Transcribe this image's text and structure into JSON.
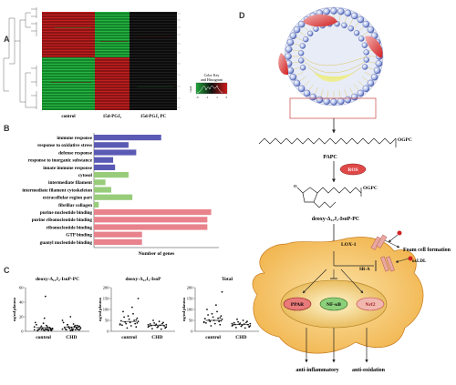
{
  "panels": {
    "a": "A",
    "b": "B",
    "c": "C",
    "d": "D"
  },
  "heatmap": {
    "groups": [
      "control",
      "15d-PGJ₂",
      "15d-PGJ₂ PC"
    ],
    "color_key": {
      "title_line1": "Color Key",
      "title_line2": "and Histogram",
      "ylabel": "count",
      "ticks": [
        "-3",
        "-1",
        "1",
        "3"
      ],
      "low_color": "#1fa83a",
      "mid_color": "#111111",
      "high_color": "#d01a1a"
    }
  },
  "chart_data": [
    {
      "type": "bar",
      "orientation": "horizontal",
      "xlabel": "Number of genes",
      "categories": [
        "immune response",
        "response to oxidative stress",
        "defense response",
        "response to inorganic substance",
        "innate immune response",
        "cytosol",
        "intermediate filament",
        "intermediate filament cytoskeleton",
        "extracellular region part",
        "fibrillar collagen",
        "purine nucleotide binding",
        "purine ribonucleotide binding",
        "ribonucleotide binding",
        "GTP binding",
        "guanyl nucleotide binding"
      ],
      "values": [
        70,
        36,
        44,
        20,
        22,
        36,
        12,
        18,
        40,
        5,
        122,
        118,
        118,
        50,
        50
      ],
      "colors": [
        "#5a5ab4",
        "#5a5ab4",
        "#5a5ab4",
        "#5a5ab4",
        "#5a5ab4",
        "#98cc7a",
        "#98cc7a",
        "#98cc7a",
        "#98cc7a",
        "#98cc7a",
        "#e8828c",
        "#e8828c",
        "#e8828c",
        "#e8828c",
        "#e8828c"
      ],
      "xlim": [
        0,
        130
      ]
    },
    {
      "type": "scatter",
      "title": "deoxy-Δ₁₂J₂-IsoP-PC",
      "ylabel": "ng/ml plasma",
      "yticks": [
        "0",
        "20",
        "40",
        "60"
      ],
      "ylim": [
        0,
        60
      ],
      "categories": [
        "control",
        "CHD"
      ],
      "series": [
        {
          "values": [
            2,
            3,
            1,
            4,
            5,
            2,
            6,
            8,
            3,
            1,
            2,
            4,
            7,
            5,
            3,
            2,
            1,
            9,
            12,
            6,
            4,
            3,
            2,
            5,
            1,
            3,
            2,
            48,
            18,
            11,
            4,
            2
          ]
        },
        {
          "values": [
            3,
            5,
            2,
            6,
            8,
            4,
            2,
            7,
            10,
            3,
            5,
            1,
            4,
            6,
            9,
            2,
            3,
            5,
            12,
            15,
            4,
            7,
            2,
            3,
            5,
            8,
            6,
            3,
            1,
            2,
            20,
            4,
            6,
            9
          ]
        }
      ],
      "medians": [
        5,
        6
      ]
    },
    {
      "type": "scatter",
      "title": "deoxy-Δ₁₂J₂-IsoP",
      "ylabel": "ng/ml plasma",
      "yticks": [
        "0",
        "50",
        "100",
        "150",
        "200"
      ],
      "ylim": [
        0,
        200
      ],
      "categories": [
        "control",
        "CHD"
      ],
      "series": [
        {
          "values": [
            30,
            45,
            60,
            20,
            35,
            50,
            80,
            110,
            25,
            40,
            55,
            70,
            15,
            35,
            42,
            65,
            90,
            28,
            48,
            33,
            150,
            38,
            52
          ]
        },
        {
          "values": [
            20,
            30,
            15,
            25,
            40,
            35,
            10,
            28,
            45,
            22,
            18,
            32,
            27,
            38,
            50,
            12,
            26,
            34,
            24,
            30,
            20,
            16
          ]
        }
      ],
      "medians": [
        45,
        28
      ]
    },
    {
      "type": "scatter",
      "title": "Total",
      "ylabel": "ng/ml plasma",
      "yticks": [
        "0",
        "50",
        "100",
        "150",
        "200"
      ],
      "ylim": [
        0,
        200
      ],
      "categories": [
        "control",
        "CHD"
      ],
      "series": [
        {
          "values": [
            40,
            55,
            70,
            30,
            45,
            60,
            90,
            120,
            35,
            50,
            65,
            80,
            25,
            45,
            52,
            75,
            100,
            38,
            58,
            43,
            180,
            48,
            62
          ]
        },
        {
          "values": [
            25,
            35,
            20,
            30,
            45,
            40,
            15,
            33,
            50,
            27,
            23,
            37,
            32,
            43,
            55,
            17,
            31,
            39,
            29,
            35,
            25,
            21
          ]
        }
      ],
      "medians": [
        50,
        32
      ]
    }
  ],
  "diagram": {
    "papc": "PAPC",
    "ogpc_1": "OGPC",
    "ros": "ROS",
    "ogpc_2": "OGPC",
    "product": "deoxy-Δ₁₂J₂-IsoP-PC",
    "lox1": "LOX-1",
    "sra": "SR-A",
    "oxldl": "oxLDL",
    "foam": "Foam cell formation",
    "ppar": "PPAR",
    "nfkb": "NF-κB",
    "nrf2": "Nrf2",
    "anti_inflammatory": "anti-inflammatory",
    "anti_oxidation": "anti-oxidation"
  }
}
